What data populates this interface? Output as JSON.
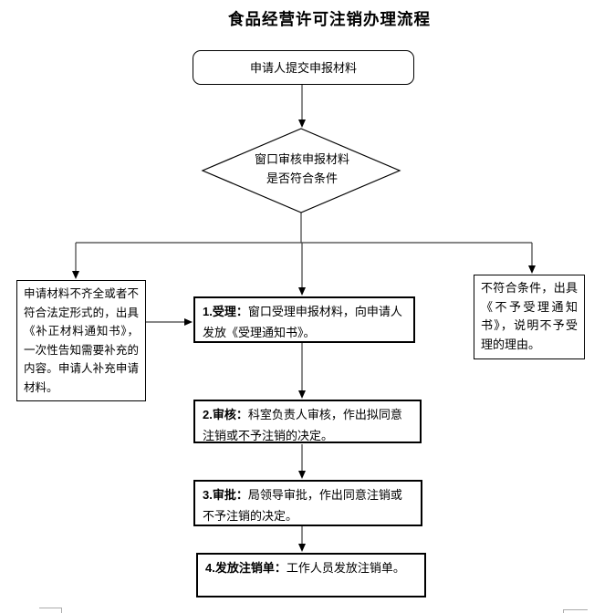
{
  "title": "食品经营许可注销办理流程",
  "flowchart": {
    "start": {
      "text": "申请人提交申报材料"
    },
    "decision": {
      "text": "窗口审核申报材料是否符合条件"
    },
    "supplement_branch": {
      "text": "申请材料不齐全或者不符合法定形式的，出具《补正材料通知书》，一次性告知需要补充的内容。申请人补充申请材料。"
    },
    "reject_branch": {
      "text": "不符合条件，出具《不予受理通知书》，说明不予受理的理由。"
    },
    "steps": [
      {
        "label": "1.受理：",
        "text": "窗口受理申报材料，向申请人发放《受理通知书》。"
      },
      {
        "label": "2.审核：",
        "text": "科室负责人审核，作出拟同意注销或不予注销的决定。"
      },
      {
        "label": "3.审批：",
        "text": "局领导审批，作出同意注销或不予注销的决定。"
      },
      {
        "label": "4.发放注销单：",
        "text": "工作人员发放注销单。"
      }
    ]
  },
  "colors": {
    "text": "#000000",
    "border": "#000000",
    "connector": "#3d3d3d",
    "background": "#ffffff",
    "artifact_gray": "#ababab"
  }
}
